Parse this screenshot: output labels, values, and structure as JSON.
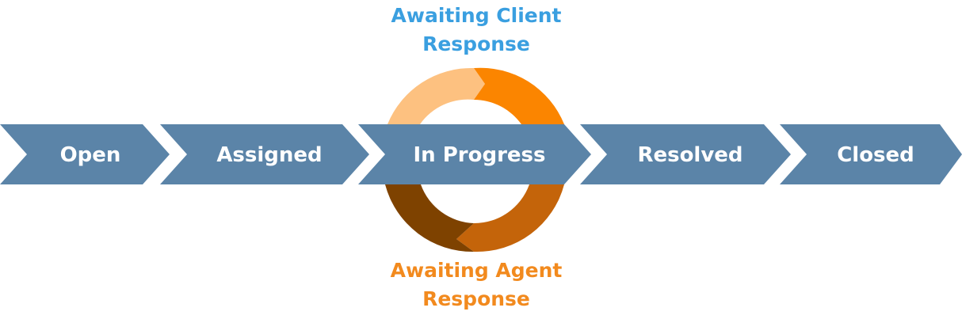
{
  "stages": [
    {
      "label": "Open"
    },
    {
      "label": "Assigned"
    },
    {
      "label": "In Progress"
    },
    {
      "label": "Resolved"
    },
    {
      "label": "Closed"
    }
  ],
  "loop": {
    "top_label_line1": "Awaiting Client",
    "top_label_line2": "Response",
    "bottom_label_line1": "Awaiting Agent",
    "bottom_label_line2": "Response"
  },
  "colors": {
    "chevron": "#5b84a8",
    "chevron_text": "#ffffff",
    "client_label": "#3a9fe0",
    "agent_label": "#f28a1e",
    "ring_top_left": "#fdc180",
    "ring_top_right": "#fb8500",
    "ring_bottom_right": "#c4640a",
    "ring_bottom_left": "#7e4200"
  }
}
